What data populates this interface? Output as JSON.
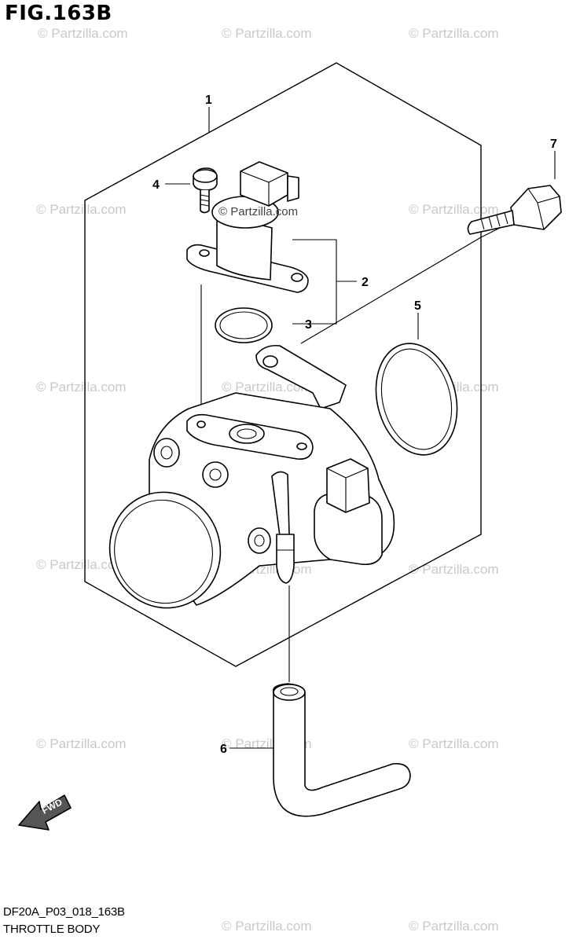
{
  "figure_label": "FIG.163B",
  "diagram_code": "DF20A_P03_018_163B",
  "caption": "THROTTLE BODY",
  "watermark": "© Partzilla.com",
  "fwd_label": "FWD",
  "callouts": {
    "c1": "1",
    "c2": "2",
    "c3": "3",
    "c4": "4",
    "c5": "5",
    "c6": "6",
    "c7": "7"
  }
}
